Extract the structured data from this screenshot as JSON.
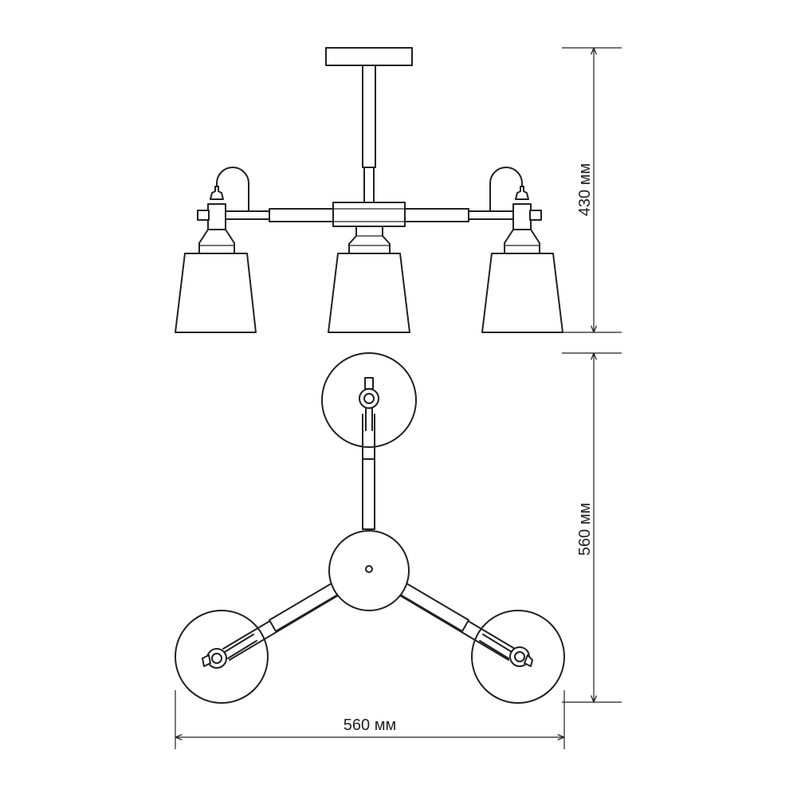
{
  "dimensions": {
    "height": "430 мм",
    "depth": "560 мм",
    "width": "560 мм"
  },
  "colors": {
    "line": "#231f20",
    "background": "#ffffff"
  }
}
